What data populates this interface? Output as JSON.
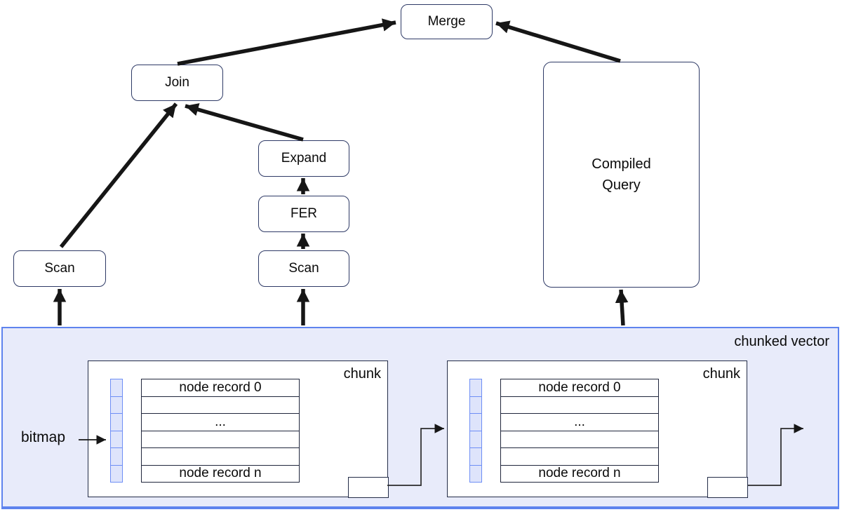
{
  "diagram": {
    "plan_nodes": {
      "merge": {
        "label": "Merge"
      },
      "join": {
        "label": "Join"
      },
      "expand": {
        "label": "Expand"
      },
      "fer": {
        "label": "FER"
      },
      "scan_left": {
        "label": "Scan"
      },
      "scan_mid": {
        "label": "Scan"
      },
      "compiled_query": {
        "label": "Compiled Query"
      }
    },
    "edges": [
      {
        "from": "Join",
        "to": "Merge"
      },
      {
        "from": "Compiled Query",
        "to": "Merge"
      },
      {
        "from": "Scan (left)",
        "to": "Join"
      },
      {
        "from": "Expand",
        "to": "Join"
      },
      {
        "from": "FER",
        "to": "Expand"
      },
      {
        "from": "Scan (middle)",
        "to": "FER"
      },
      {
        "from": "chunked vector",
        "to": "Scan (left)"
      },
      {
        "from": "chunked vector",
        "to": "Scan (middle)"
      },
      {
        "from": "chunked vector",
        "to": "Compiled Query"
      },
      {
        "from": "chunk 1 next pointer",
        "to": "chunk 2"
      },
      {
        "from": "chunk 2 next pointer",
        "to": "next chunk (off diagram)"
      }
    ],
    "chunked_vector": {
      "label": "chunked vector",
      "bitmap_label": "bitmap",
      "chunks": [
        {
          "label": "chunk",
          "bitmap_cells": 6,
          "record_rows": [
            "node record 0",
            "",
            "...",
            "",
            "",
            "node record n"
          ]
        },
        {
          "label": "chunk",
          "bitmap_cells": 6,
          "record_rows": [
            "node record 0",
            "",
            "...",
            "",
            "",
            "node record n"
          ]
        }
      ]
    },
    "colors": {
      "node_border": "#2e3a66",
      "arrow": "#161616",
      "container_fill": "#e8ebfa",
      "container_border": "#5e83ee",
      "chunk_border": "#232c47",
      "record_table_border": "#20263c",
      "bitmap_cell_fill": "#dee4fb",
      "bitmap_cell_border": "#6e8ef5"
    }
  }
}
